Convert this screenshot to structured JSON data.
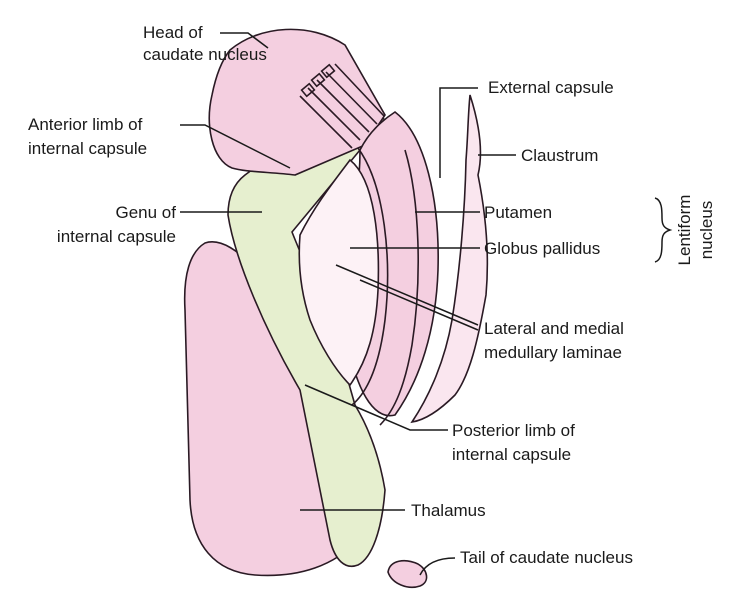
{
  "colors": {
    "pink": "#f4cfe0",
    "pink_light": "#fae6ef",
    "pink_inner": "#fdf2f6",
    "green": "#e6efcf",
    "outline": "#2a1a24"
  },
  "labels": {
    "head_caudate": [
      "Head of",
      "caudate nucleus"
    ],
    "anterior_limb": [
      "Anterior limb of",
      "internal capsule"
    ],
    "genu": [
      "Genu of",
      "internal capsule"
    ],
    "external_capsule": [
      "External capsule"
    ],
    "claustrum": [
      "Claustrum"
    ],
    "putamen": [
      "Putamen"
    ],
    "globus_pallidus": [
      "Globus pallidus"
    ],
    "lentiform": [
      "Lentiform",
      "nucleus"
    ],
    "laminae": [
      "Lateral and medial",
      "medullary laminae"
    ],
    "posterior_limb": [
      "Posterior limb of",
      "internal capsule"
    ],
    "thalamus": [
      "Thalamus"
    ],
    "tail_caudate": [
      "Tail of caudate nucleus"
    ]
  }
}
